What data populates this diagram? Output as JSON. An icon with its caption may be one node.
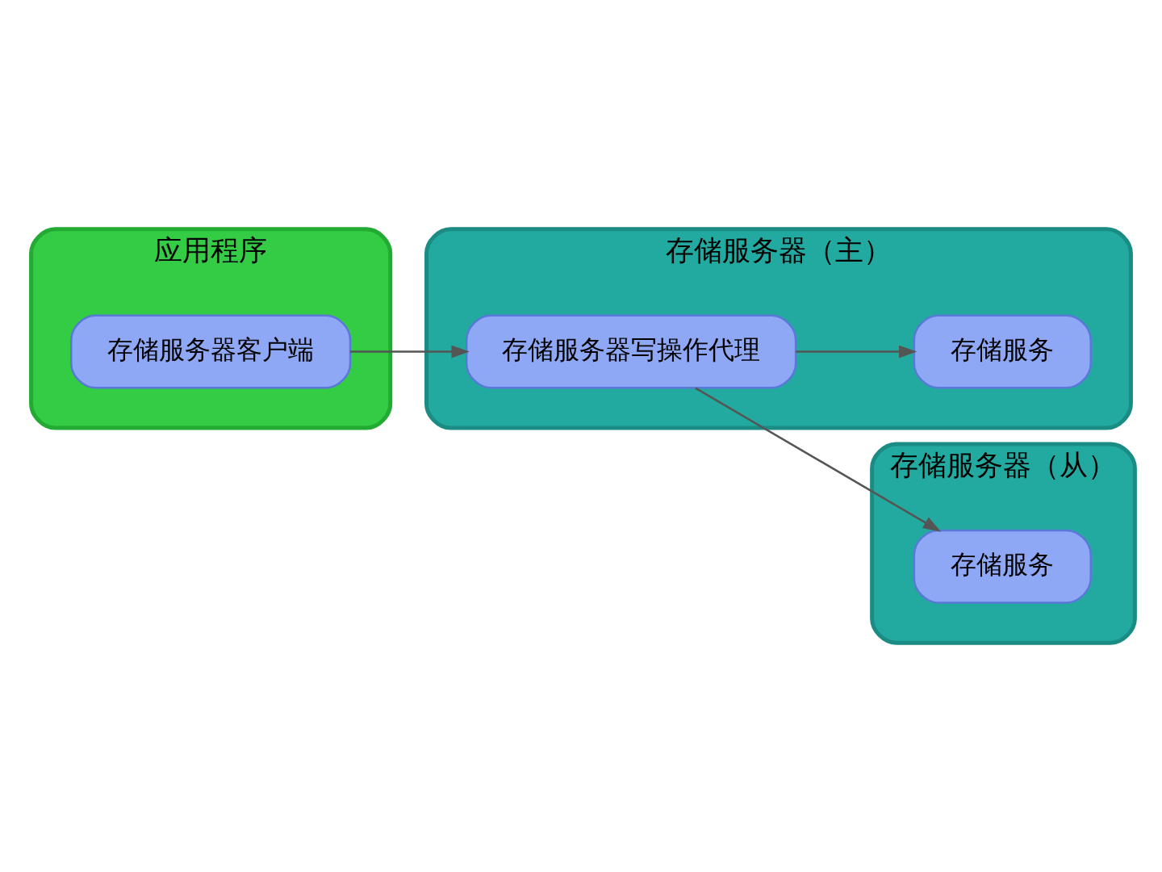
{
  "diagram": {
    "nodes": [
      {
        "text": [
          "应用程序"
        ]
      },
      {
        "text": [
          "存储服务器客户端"
        ],
        "in": 0
      },
      {
        "text": [
          "存储服务器（主）"
        ]
      },
      {
        "text": [
          "存储服务器写操作代理"
        ],
        "in": 2
      },
      {
        "text": [
          "存储服务"
        ],
        "in": 2
      },
      {
        "text": [
          "存储服务器（从）"
        ]
      },
      {
        "text": [
          "存储服务"
        ],
        "in": 5
      }
    ],
    "edges": [
      {
        "from": 1,
        "to": 3,
        "arrow": "to"
      },
      {
        "from": 3,
        "to": 4,
        "arrow": "to"
      },
      {
        "from": 3,
        "to": 6,
        "arrow": "to"
      }
    ]
  }
}
